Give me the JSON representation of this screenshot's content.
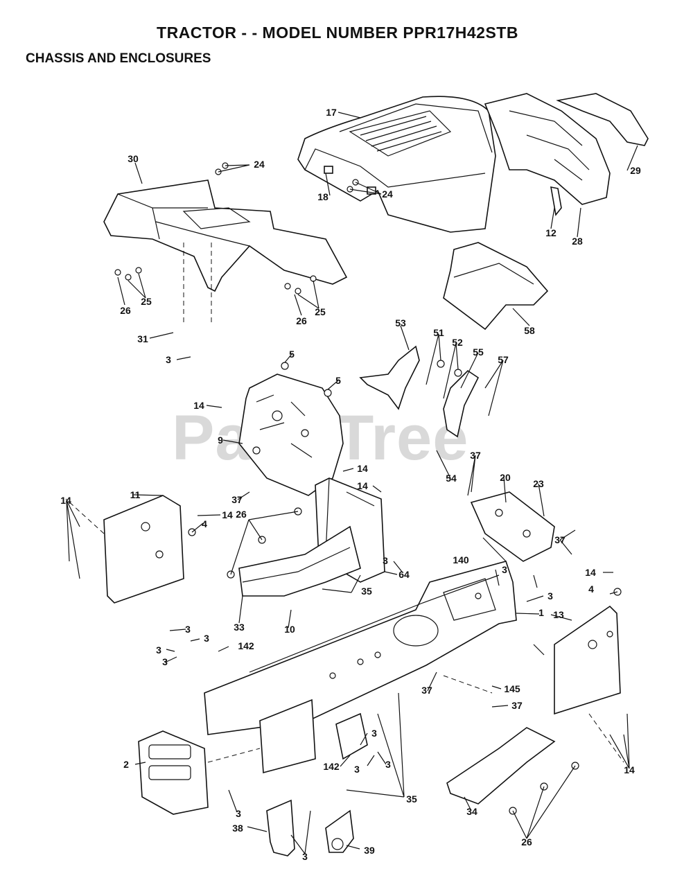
{
  "header": {
    "title": "TRACTOR - - MODEL NUMBER PPR17H42STB",
    "subtitle": "CHASSIS AND ENCLOSURES"
  },
  "watermark": {
    "text": "PartsTree"
  },
  "callouts": [
    {
      "id": "c17",
      "label": "17"
    },
    {
      "id": "c18",
      "label": "18"
    },
    {
      "id": "c29",
      "label": "29"
    },
    {
      "id": "c12",
      "label": "12"
    },
    {
      "id": "c28",
      "label": "28"
    },
    {
      "id": "c30",
      "label": "30"
    },
    {
      "id": "c24a",
      "label": "24"
    },
    {
      "id": "c24b",
      "label": "24"
    },
    {
      "id": "c26a",
      "label": "26"
    },
    {
      "id": "c25a",
      "label": "25"
    },
    {
      "id": "c26b",
      "label": "26"
    },
    {
      "id": "c25b",
      "label": "25"
    },
    {
      "id": "c58",
      "label": "58"
    },
    {
      "id": "c31",
      "label": "31"
    },
    {
      "id": "c3a",
      "label": "3"
    },
    {
      "id": "c53",
      "label": "53"
    },
    {
      "id": "c51",
      "label": "51"
    },
    {
      "id": "c52",
      "label": "52"
    },
    {
      "id": "c55",
      "label": "55"
    },
    {
      "id": "c57",
      "label": "57"
    },
    {
      "id": "c5a",
      "label": "5"
    },
    {
      "id": "c5b",
      "label": "5"
    },
    {
      "id": "c14a",
      "label": "14"
    },
    {
      "id": "c9",
      "label": "9"
    },
    {
      "id": "c54",
      "label": "54"
    },
    {
      "id": "c37a",
      "label": "37"
    },
    {
      "id": "c20",
      "label": "20"
    },
    {
      "id": "c23",
      "label": "23"
    },
    {
      "id": "c14b",
      "label": "14"
    },
    {
      "id": "c14c",
      "label": "14"
    },
    {
      "id": "c37b",
      "label": "37"
    },
    {
      "id": "c11",
      "label": "11"
    },
    {
      "id": "c14d",
      "label": "14"
    },
    {
      "id": "c14e",
      "label": "14"
    },
    {
      "id": "c4a",
      "label": "4"
    },
    {
      "id": "c26c",
      "label": "26"
    },
    {
      "id": "c64",
      "label": "64"
    },
    {
      "id": "c37c",
      "label": "37"
    },
    {
      "id": "c3b",
      "label": "3"
    },
    {
      "id": "c140",
      "label": "140"
    },
    {
      "id": "c3c",
      "label": "3"
    },
    {
      "id": "c14f",
      "label": "14"
    },
    {
      "id": "c4b",
      "label": "4"
    },
    {
      "id": "c3d",
      "label": "3"
    },
    {
      "id": "c35a",
      "label": "35"
    },
    {
      "id": "c1",
      "label": "1"
    },
    {
      "id": "c33",
      "label": "33"
    },
    {
      "id": "c10",
      "label": "10"
    },
    {
      "id": "c13",
      "label": "13"
    },
    {
      "id": "c3e",
      "label": "3"
    },
    {
      "id": "c3f",
      "label": "3"
    },
    {
      "id": "c3g",
      "label": "3"
    },
    {
      "id": "c142a",
      "label": "142"
    },
    {
      "id": "c3h",
      "label": "3"
    },
    {
      "id": "c37d",
      "label": "37"
    },
    {
      "id": "c145",
      "label": "145"
    },
    {
      "id": "c37e",
      "label": "37"
    },
    {
      "id": "c3i",
      "label": "3"
    },
    {
      "id": "c142b",
      "label": "142"
    },
    {
      "id": "c3j",
      "label": "3"
    },
    {
      "id": "c3k",
      "label": "3"
    },
    {
      "id": "c2",
      "label": "2"
    },
    {
      "id": "c14g",
      "label": "14"
    },
    {
      "id": "c35b",
      "label": "35"
    },
    {
      "id": "c3l",
      "label": "3"
    },
    {
      "id": "c34",
      "label": "34"
    },
    {
      "id": "c38",
      "label": "38"
    },
    {
      "id": "c39",
      "label": "39"
    },
    {
      "id": "c3m",
      "label": "3"
    },
    {
      "id": "c26d",
      "label": "26"
    }
  ]
}
